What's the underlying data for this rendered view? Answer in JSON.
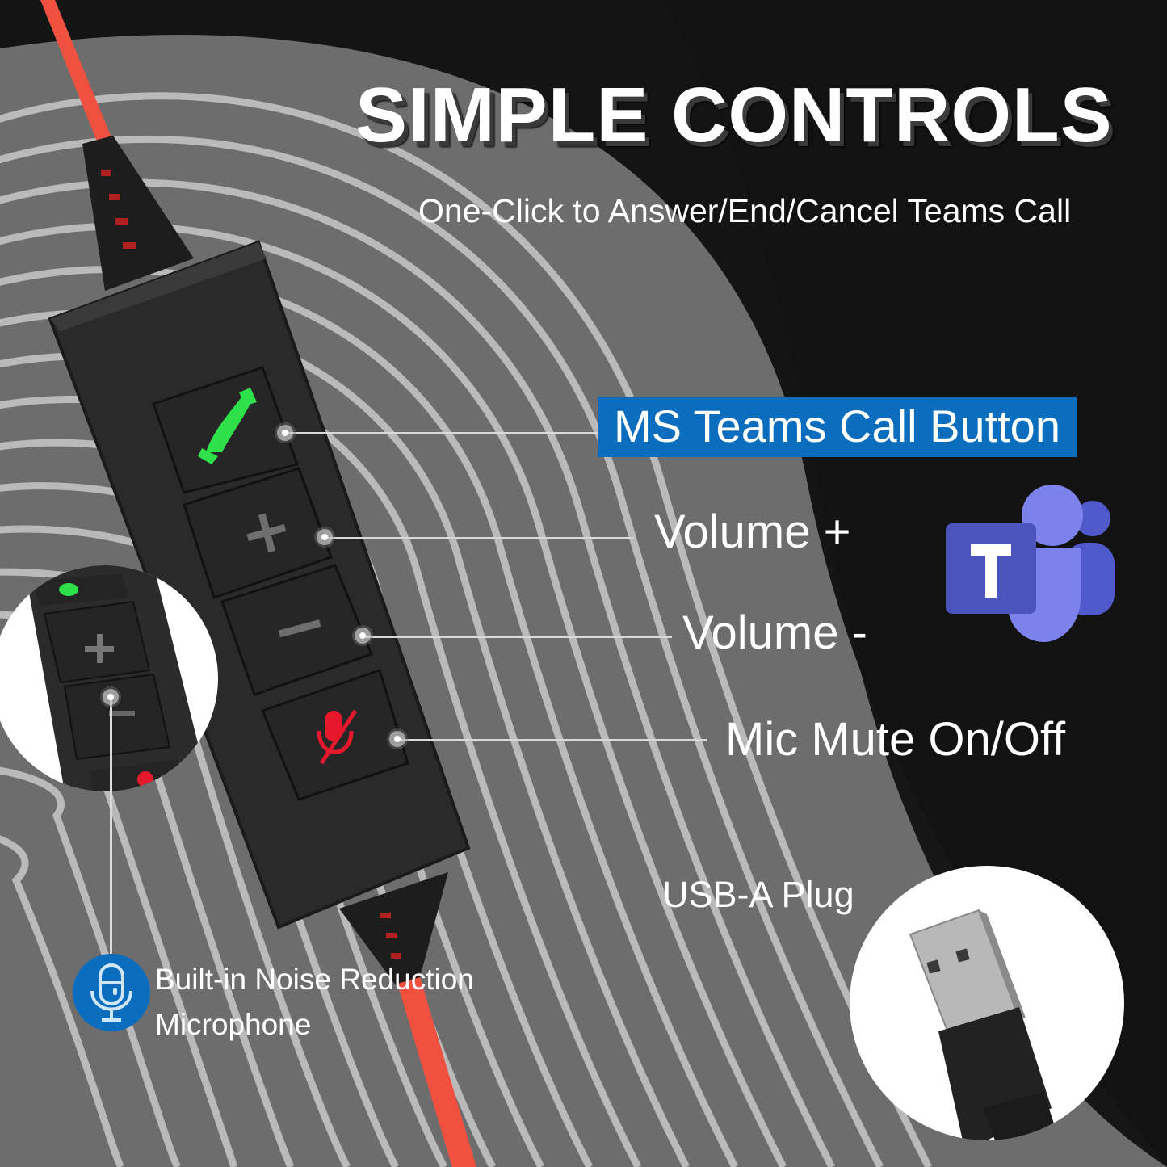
{
  "header": {
    "title": "SIMPLE CONTROLS",
    "subtitle": "One-Click to Answer/End/Cancel Teams Call"
  },
  "callouts": {
    "teams_call": "MS Teams Call Button",
    "volume_up": "Volume +",
    "volume_down": "Volume -",
    "mic_mute": "Mic Mute On/Off",
    "usb_plug": "USB-A Plug"
  },
  "microphone_note": {
    "line1": "Built-in Noise Reduction",
    "line2": "Microphone"
  },
  "controller": {
    "buttons": [
      {
        "icon": "phone-icon",
        "glyph_color": "#2ee04a"
      },
      {
        "icon": "plus-icon",
        "glyph_color": "#7a7a7a"
      },
      {
        "icon": "minus-icon",
        "glyph_color": "#7a7a7a"
      },
      {
        "icon": "mic-mute-icon",
        "glyph_color": "#e8182c"
      }
    ]
  },
  "colors": {
    "accent_blue": "#0a6dbd",
    "cable_red": "#f0503f",
    "teams_purple": "#5059c9",
    "teams_light": "#7b83eb"
  }
}
